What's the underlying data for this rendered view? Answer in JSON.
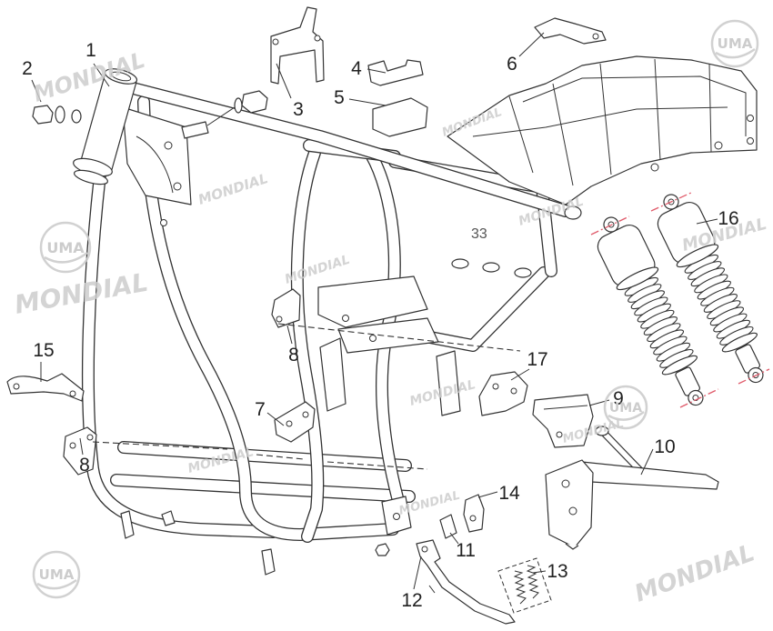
{
  "diagram": {
    "callouts": [
      {
        "label": "1"
      },
      {
        "label": "2"
      },
      {
        "label": "3"
      },
      {
        "label": "4"
      },
      {
        "label": "5"
      },
      {
        "label": "6"
      },
      {
        "label": "7"
      },
      {
        "label": "8"
      },
      {
        "label": "8"
      },
      {
        "label": "9"
      },
      {
        "label": "10"
      },
      {
        "label": "11"
      },
      {
        "label": "12"
      },
      {
        "label": "13"
      },
      {
        "label": "14"
      },
      {
        "label": "15"
      },
      {
        "label": "16"
      },
      {
        "label": "17"
      }
    ],
    "frame_marking": "33"
  },
  "watermark": {
    "brand": "MONDIAL",
    "logo": "UMA"
  },
  "colors": {
    "line": "#333333",
    "center_line": "#e05a6a",
    "watermark": "#cccccc"
  }
}
